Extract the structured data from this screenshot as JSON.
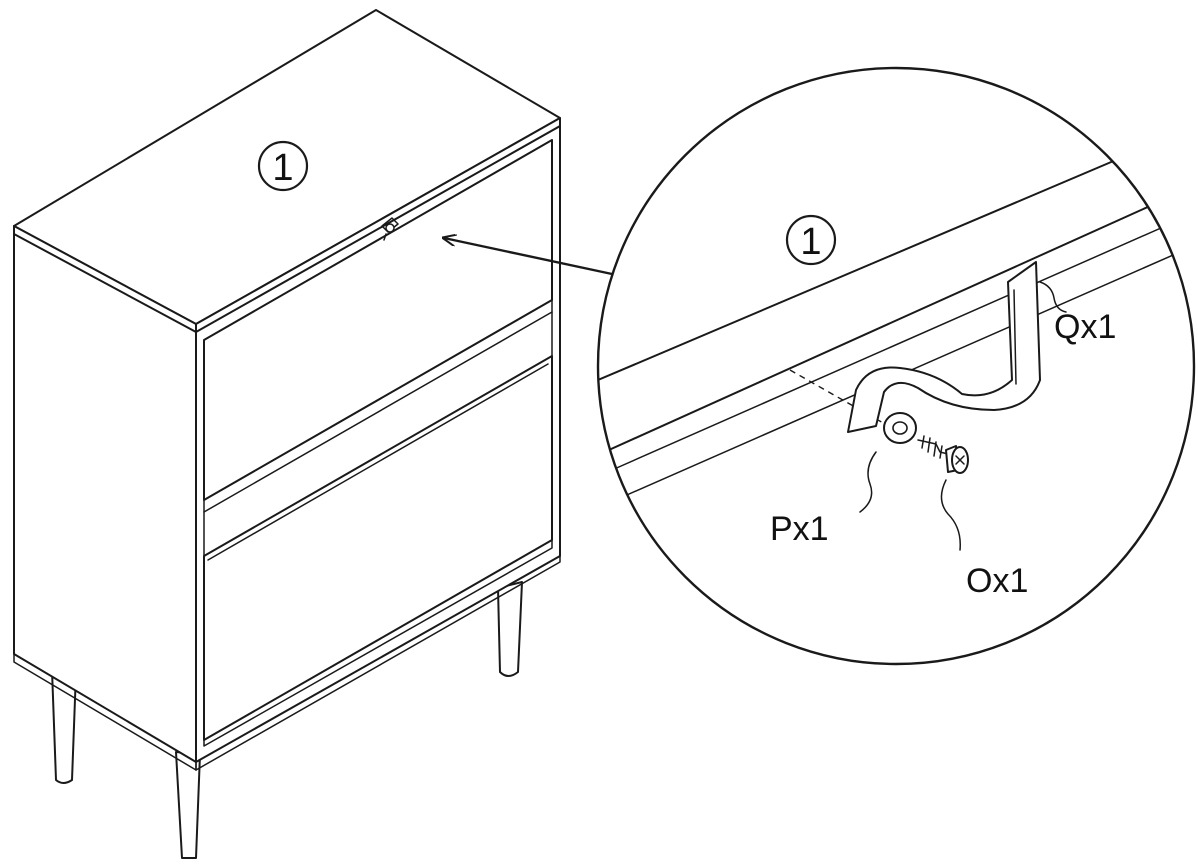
{
  "diagram": {
    "step_marker_cabinet": "1",
    "step_marker_detail": "1",
    "callouts": {
      "strap": "Qx1",
      "washer": "Px1",
      "screw": "Ox1"
    }
  },
  "colors": {
    "line": "#1a1a1a",
    "background": "#ffffff"
  }
}
